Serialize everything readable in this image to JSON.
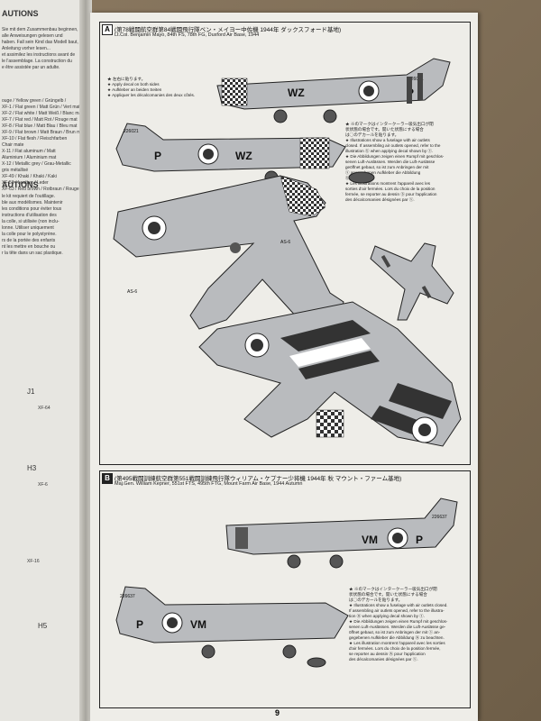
{
  "page_number": "9",
  "section_a": {
    "tag": "A",
    "title_jp": "(第78戦闘航空群第84戦闘飛行隊ベン・メイヨー中佐機 1944年 ダックスフォード基地)",
    "title_en": "Lt.Col. Benjamin Mayo, 84th FS, 78th FG, Duxford Air Base, 1944",
    "decal_notes": [
      "★ 左右に貼ります。",
      "★ Apply decal on both sides",
      "★ Aufkleber an beiden Seiten",
      "★ Appliquer les décalcomanies des deux côtés."
    ],
    "fuselage_code_left": "WZ",
    "fuselage_code_right": "P",
    "serial": "226021",
    "fuselage_note": [
      "★ ※のマークはインタークーラー吸気出口が閉",
      "状状態の場合です。開いた状態にする場合",
      "は◯のデカールを貼ります。",
      "★ Illustrations show a fuselage with air outlets",
      "closed. If assembling air outlets opened, refer to the",
      "illustration ⓑ when applying decal shown by ⓢ.",
      "★ Die Abbildungen zeigen einen Rumpf mit geschlos-",
      "senen Luft-Auslässen. Werden die Luft-Auslässe",
      "geöffnet gebaut, so ist zum Anbringen der mit",
      "ⓢ angegebenen Aufkleber die Abbildung",
      "ⓑ zu beachten.",
      "★ Les illustrations montrent l'appareil avec les",
      "sorties d'air fermées. Lors du choix de la position",
      "fermée, se reporter au dessin ⓑ pour l'application",
      "des décalcomanies désignées par ⓢ."
    ],
    "callout": "AS-6"
  },
  "section_b": {
    "tag": "B",
    "title_jp": "(第495戦闘訓練航空群第551戦闘訓練飛行隊ウィリアム・ケプナー少将機 1944年 秋 マウント・ファーム基地)",
    "title_en": "Maj.Gen. William Kepner, 551st FTS, 495th FTG, Mount Farm Air Base, 1944 Autumn",
    "fuselage_code_left": "VM",
    "fuselage_code_right": "P",
    "serial": "226637",
    "fuselage_note": [
      "★ ※のマークはインタークーラー吸気出口が閉",
      "状状態の場合です。開いた状態にする場合",
      "は◯のデカールを貼ります。",
      "★ Illustrations show a fuselage with air outlets closed.",
      "If assembling air outlets opened, refer to the illustra-",
      "tion Ⓐ when applying decal shown by ⓢ.",
      "★ Die Abbildungen zeigen einen Rumpf mit geschlos-",
      "senen Luft-Auslässen. Werden die Luft-Auslässe ge-",
      "öffnet gebaut, so ist zum Anbringen der mit ⓢ an-",
      "gegebenen Aufkleber die Abbildung Ⓐ zu beachten.",
      "★ Les illustration montrent l'appareil avec les sorties",
      "d'air fermées. Lors du choix de la position fermée,",
      "se reporter au dessin Ⓐ pour l'application",
      "des décalcomanies désignées par ⓢ."
    ]
  },
  "left_page": {
    "lines": [
      "Sie mit dem Zusammenbau beginnen,",
      "alle Anweisungen gelesen und",
      "haben. Fall sein Kind das Modell baut,",
      "Anleitung vorher lesen...",
      "et assimilez les instructions avant de",
      "le l'assemblage. La construction du",
      "e être assistée par un adulte.",
      "ouge / Yellow green / Grüngelb /",
      "XF-1 / Flat green / Matt Grün / Vert mat",
      "XF-2 / Flat white / Matt Weiß / Blanc mat",
      "XF-7 / Flat red / Matt Rot / Rouge mat",
      "XF-8 / Flat blue / Matt Blau / Bleu mat",
      "XF-9 / Flat brown / Matt Braun / Brun mat",
      "XF-10 / Flat flesh / Fleischfarben",
      "Chair mate",
      "X-11 / Flat aluminum / Matt",
      "Aluminium / Aluminium mat",
      "X-12 / Metallic grey / Grau-Metallic",
      "gris métallisé",
      "XF-49 / Khaki / Khaki / Kaki",
      "XF-51 / Leather / Leder",
      "XF-63 / Red brown / Rotbraun / Rouge brun"
    ],
    "caution_title": "AUTIONS",
    "caution_lines": [
      "le kit requiert de l'outillage.",
      "ble aux modélismes. Maintenir",
      "les conditions pour éviter tous",
      "instructions d'utilisation des",
      "la colle, si utilisée (non inclu-",
      "lonne. Utiliser uniquement",
      "la colle pour le polystyrène.",
      "rs de la portée des enfants",
      "nt les mettre en bouche ou",
      "r la tête dans un sac plastique."
    ],
    "part_labels": [
      "J1",
      "XF-64",
      "H3",
      "XF-6",
      "XF-16",
      "H5"
    ]
  }
}
